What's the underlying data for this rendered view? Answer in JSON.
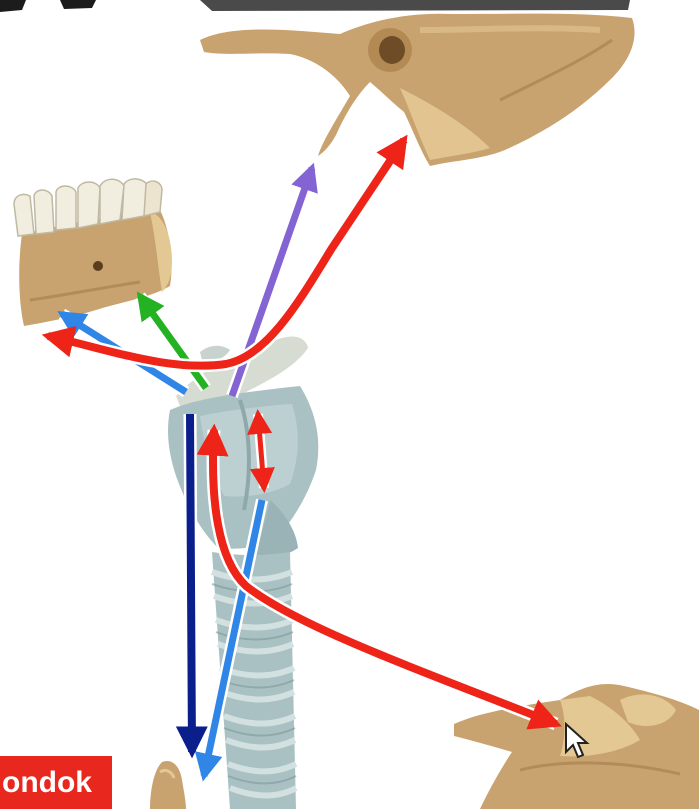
{
  "slide": {
    "corner_label": "ondok"
  },
  "colors": {
    "bone": "#c9a36f",
    "bone_light": "#e3c894",
    "bone_shadow": "#9b7444",
    "cartilage": "#a9c1c3",
    "cartilage_light": "#d3e0e0",
    "tooth": "#f2eedf",
    "arrow_red": "#ee2419",
    "arrow_purple": "#8463d2",
    "arrow_green": "#22b222",
    "arrow_blue": "#2f86e6",
    "arrow_navy": "#0b1f8c",
    "label_bg": "#e8281e"
  },
  "arrows": [
    {
      "id": "stylohyoid",
      "color": "arrow_red"
    },
    {
      "id": "digastric-posterior",
      "color": "arrow_purple"
    },
    {
      "id": "geniohyoid",
      "color": "arrow_green"
    },
    {
      "id": "mylohyoid",
      "color": "arrow_blue"
    },
    {
      "id": "digastric-anterior",
      "color": "arrow_red"
    },
    {
      "id": "sternohyoid",
      "color": "arrow_navy"
    },
    {
      "id": "sternothyroid",
      "color": "arrow_blue"
    },
    {
      "id": "thyrohyoid",
      "color": "arrow_red"
    },
    {
      "id": "omohyoid",
      "color": "arrow_red"
    }
  ]
}
